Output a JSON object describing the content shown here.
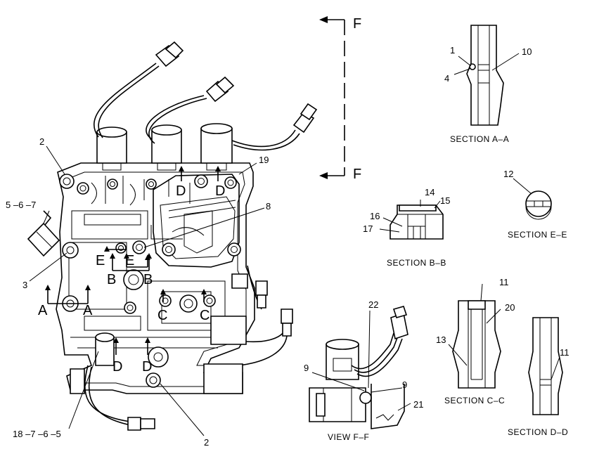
{
  "callouts": {
    "c1": "1",
    "c2a": "2",
    "c2b": "2",
    "c3": "3",
    "c4": "4",
    "c8": "8",
    "c9a": "9",
    "c9b": "9",
    "c10": "10",
    "c11a": "11",
    "c11b": "11",
    "c12": "12",
    "c13": "13",
    "c14": "14",
    "c15": "15",
    "c16": "16",
    "c17": "17",
    "c19": "19",
    "c20": "20",
    "c21": "21",
    "c22": "22",
    "c567": "5 –6 –7",
    "c18765": "18 –7 –6 –5"
  },
  "section_letters": {
    "f_top": "F",
    "f_bot": "F",
    "a_left": "A",
    "a_right": "A",
    "b_left": "B",
    "b_right": "B",
    "c_left": "C",
    "c_right": "C",
    "d_top_left": "D",
    "d_top_right": "D",
    "d_bot_left": "D",
    "d_bot_right": "D",
    "e_left": "E",
    "e_right": "E"
  },
  "titles": {
    "section_aa": "SECTION A–A",
    "section_bb": "SECTION B–B",
    "section_cc": "SECTION C–C",
    "section_dd": "SECTION D–D",
    "section_ee": "SECTION E–E",
    "view_ff": "VIEW F–F"
  }
}
